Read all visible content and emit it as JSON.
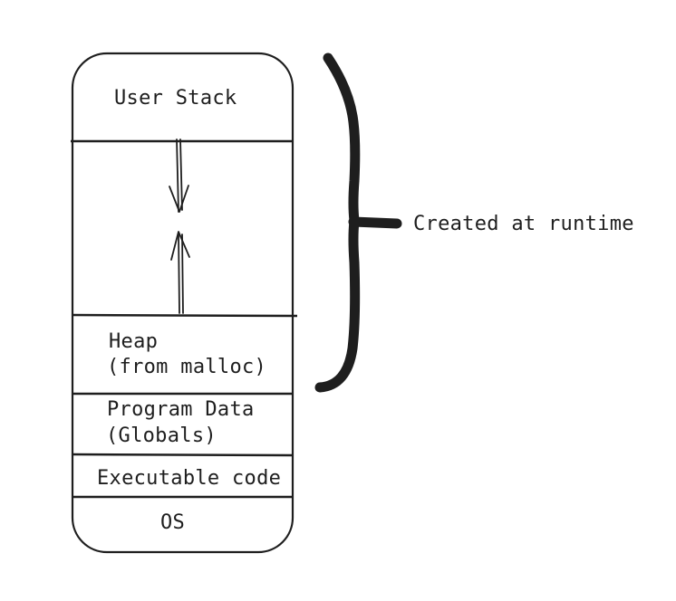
{
  "diagram": {
    "segments": {
      "user_stack": "User Stack",
      "heap_line1": "Heap",
      "heap_line2": "(from malloc)",
      "program_data_line1": "Program Data",
      "program_data_line2": "(Globals)",
      "executable_code": "Executable code",
      "os": "OS"
    },
    "brace_label": "Created at runtime",
    "stroke_color": "#1e1e1e"
  }
}
